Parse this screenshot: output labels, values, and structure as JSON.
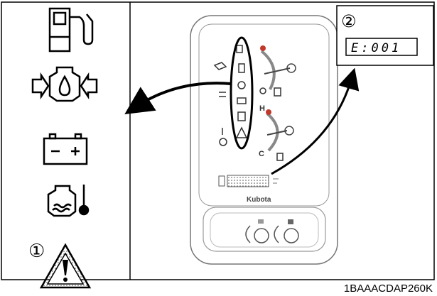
{
  "callouts": {
    "left_number": "①",
    "right_number": "②"
  },
  "display_readout": "E:001",
  "panel_text": {
    "h_mark": "H",
    "c_mark": "C",
    "brand": "Kubota"
  },
  "figure_code": "1BAAACDAP260K",
  "icons": {
    "left_column": [
      "fuel-pump-icon",
      "engine-oil-pressure-icon",
      "battery-charge-icon",
      "coolant-temperature-icon",
      "warning-triangle-icon"
    ]
  }
}
